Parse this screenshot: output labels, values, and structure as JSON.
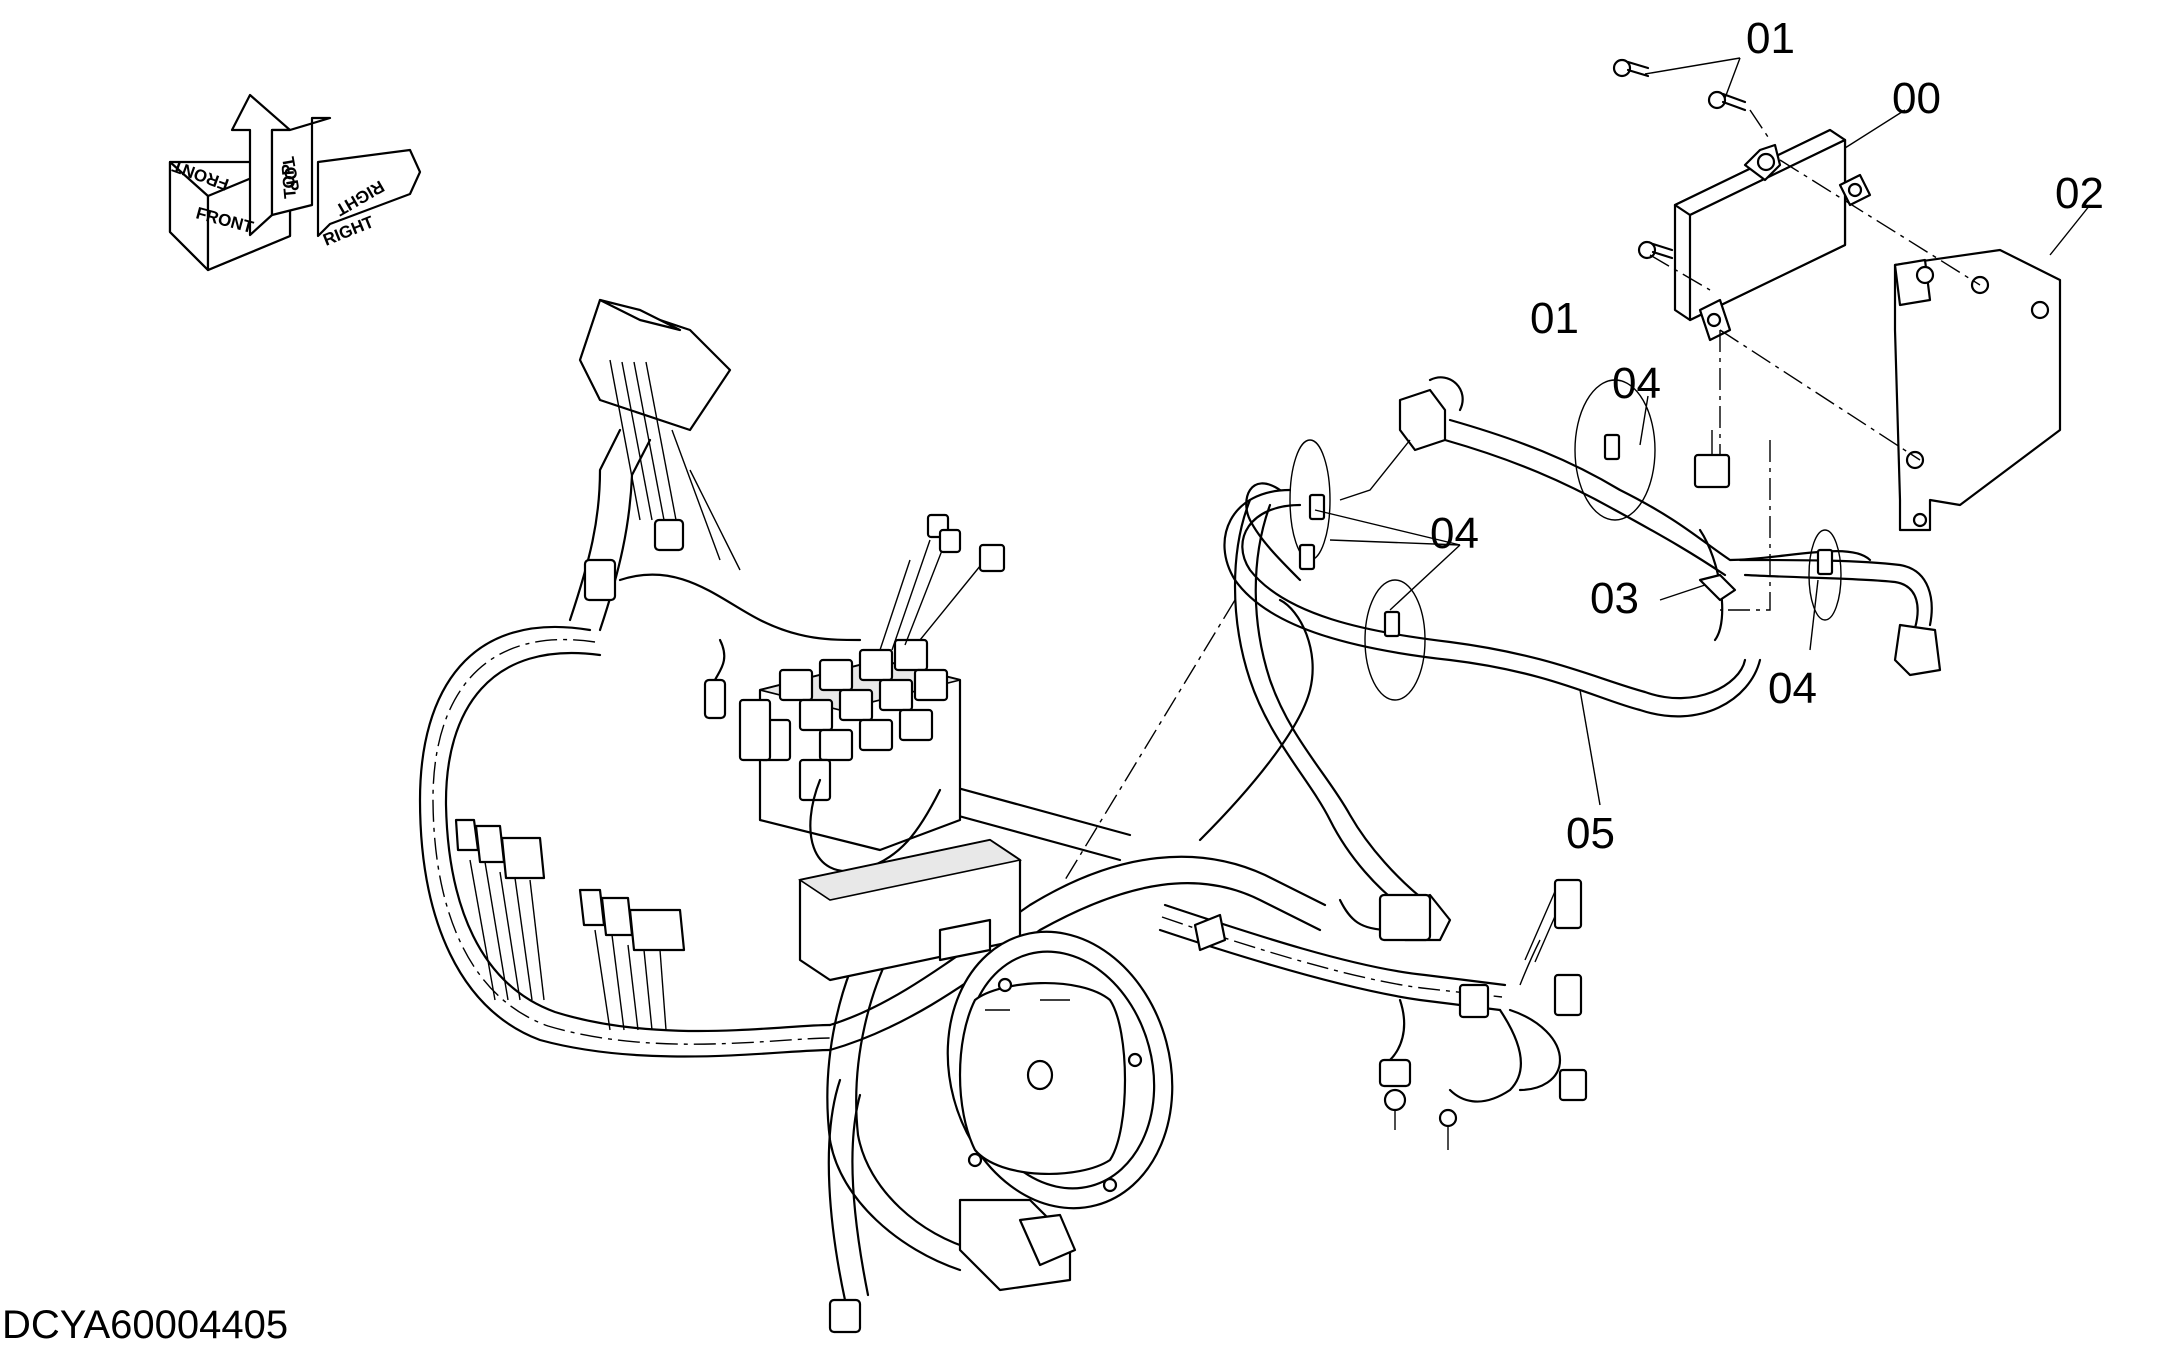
{
  "diagram": {
    "reference_id": "DCYA60004405",
    "orientation": {
      "front": "FRONT",
      "top": "TOP",
      "right": "RIGHT"
    },
    "callouts": {
      "c00": "00",
      "c01a": "01",
      "c01b": "01",
      "c02": "02",
      "c03": "03",
      "c04a": "04",
      "c04b": "04",
      "c04c": "04",
      "c05": "05"
    }
  }
}
